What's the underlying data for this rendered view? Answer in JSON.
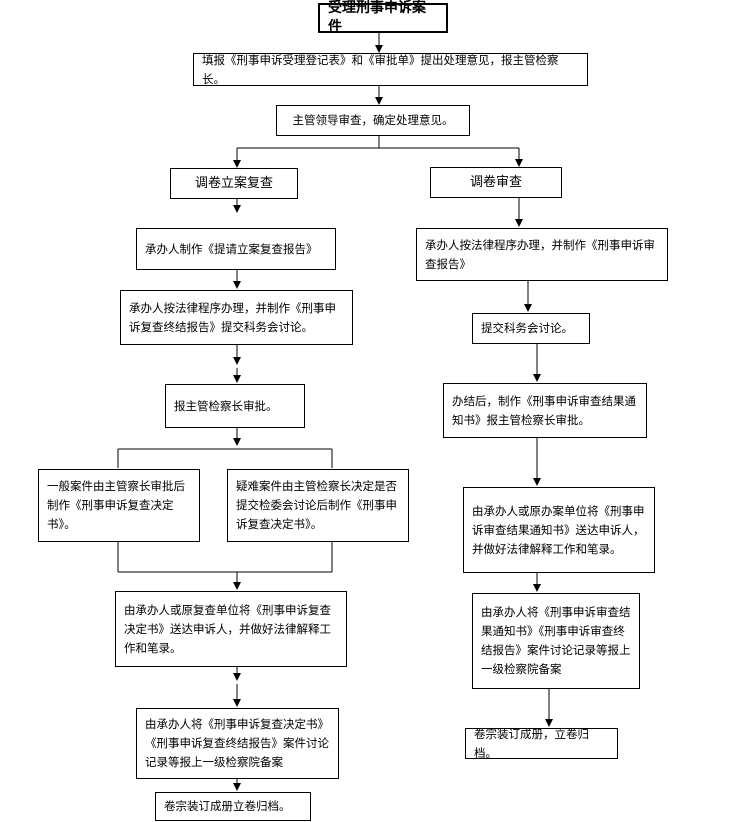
{
  "title": "受理刑事申诉案件",
  "steps": {
    "fill_form": "填报《刑事申诉受理登记表》和《审批单》提出处理意见，报主管检察长。",
    "leader_review": "主管领导审查，确定处理意见。",
    "left_branch": "调卷立案复查",
    "right_branch": "调卷审查",
    "left_1": "承办人制作《提请立案复查报告》",
    "left_2": "承办人按法律程序办理，并制作《刑事申诉复查终结报告》提交科务会讨论。",
    "left_3": "报主管检察长审批。",
    "left_4a": "一般案件由主管察长审批后制作《刑事申诉复查决定书》。",
    "left_4b": "疑难案件由主管检察长决定是否提交检委会讨论后制作《刑事申诉复查决定书》。",
    "left_5": "由承办人或原复查单位将《刑事申诉复查决定书》送达申诉人，并做好法律解释工作和笔录。",
    "left_6": "由承办人将《刑事申诉复查决定书》《刑事申诉复查终结报告》案件讨论记录等报上一级检察院备案",
    "left_7": "卷宗装订成册立卷归档。",
    "right_1": "承办人按法律程序办理，并制作《刑事申诉审查报告》",
    "right_2": "提交科务会讨论。",
    "right_3": "办结后，制作《刑事申诉审查结果通知书》报主管检察长审批。",
    "right_4": "由承办人或原办案单位将《刑事申诉审查结果通知书》送达申诉人，并做好法律解释工作和笔录。",
    "right_5": "由承办人将《刑事申诉审查结果通知书》《刑事申诉审查终结报告》案件讨论记录等报上一级检察院备案",
    "right_6": "卷宗装订成册，立卷归档。"
  }
}
